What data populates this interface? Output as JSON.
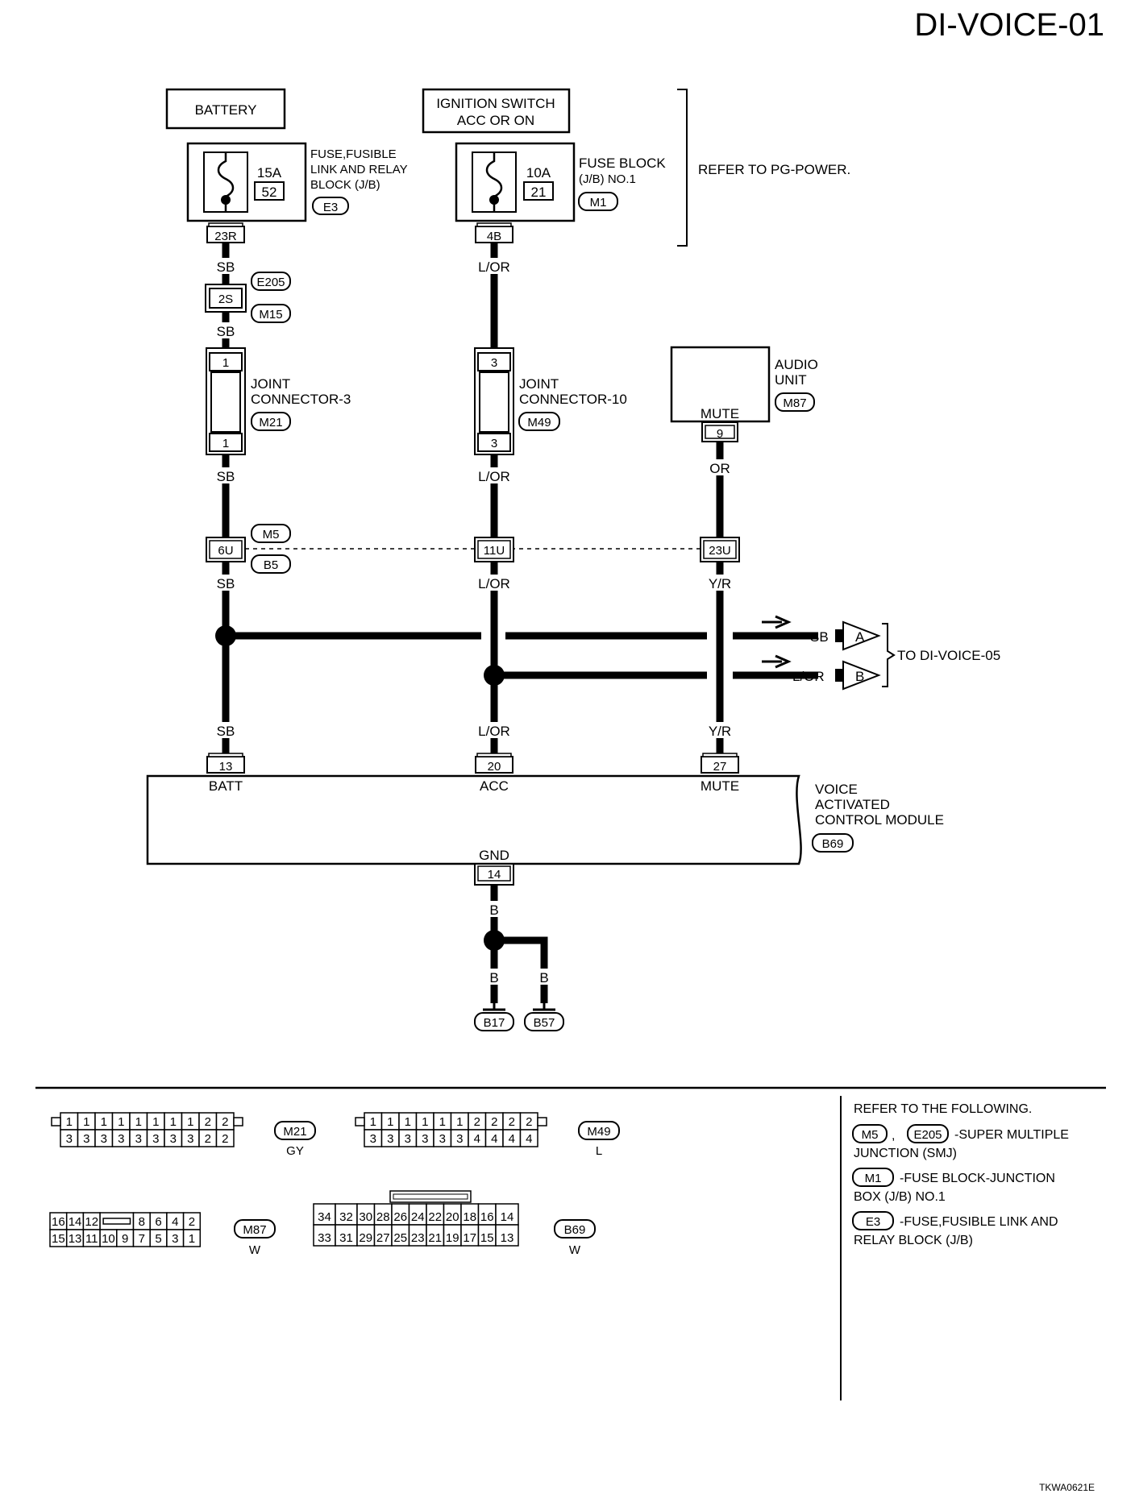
{
  "page_id": "DI-VOICE-01",
  "figure_code": "TKWA0621E",
  "power": {
    "battery": "BATTERY",
    "ignition_line1": "IGNITION SWITCH",
    "ignition_line2": "ACC OR ON",
    "refer_pg_power": "REFER TO PG-POWER."
  },
  "fuse_left": {
    "amp": "15A",
    "num": "52",
    "l1": "FUSE,FUSIBLE",
    "l2": "LINK AND RELAY",
    "l3": "BLOCK (J/B)",
    "conn": "E3",
    "pin": "23R"
  },
  "fuse_mid": {
    "amp": "10A",
    "num": "21",
    "l1": "FUSE BLOCK",
    "l2": "(J/B) NO.1",
    "conn": "M1",
    "pin": "4B"
  },
  "wires": {
    "sb": "SB",
    "lor": "L/OR",
    "or": "OR",
    "yr": "Y/R",
    "b": "B"
  },
  "smj": {
    "pin": "2S",
    "conn_top": "E205",
    "conn_bot": "M15"
  },
  "joint3": {
    "l1": "JOINT",
    "l2": "CONNECTOR-3",
    "conn": "M21",
    "pin_top": "1",
    "pin_bot": "1"
  },
  "joint10": {
    "l1": "JOINT",
    "l2": "CONNECTOR-10",
    "conn": "M49",
    "pin_top": "3",
    "pin_bot": "3"
  },
  "audio": {
    "l1": "AUDIO",
    "l2": "UNIT",
    "conn": "M87",
    "mute": "MUTE",
    "pin": "9"
  },
  "junction": {
    "conn_top": "M5",
    "conn_bot": "B5",
    "pin_a": "6U",
    "pin_b": "11U",
    "pin_c": "23U"
  },
  "to_voice05": {
    "label": "TO DI-VOICE-05",
    "a": "A",
    "b": "B",
    "wire_a": "SB",
    "wire_b": "L/OR"
  },
  "module": {
    "l1": "VOICE",
    "l2": "ACTIVATED",
    "l3": "CONTROL MODULE",
    "conn": "B69",
    "pin_batt": "13",
    "lbl_batt": "BATT",
    "pin_acc": "20",
    "lbl_acc": "ACC",
    "pin_mute": "27",
    "lbl_mute": "MUTE",
    "pin_gnd": "14",
    "lbl_gnd": "GND"
  },
  "grounds": {
    "g1": "B17",
    "g2": "B57"
  },
  "connectors": {
    "m21": {
      "id": "M21",
      "color": "GY",
      "top": [
        "1",
        "1",
        "1",
        "1",
        "1",
        "1",
        "1",
        "1",
        "2",
        "2"
      ],
      "bottom": [
        "3",
        "3",
        "3",
        "3",
        "3",
        "3",
        "3",
        "3",
        "2",
        "2"
      ]
    },
    "m49": {
      "id": "M49",
      "color": "L",
      "top": [
        "1",
        "1",
        "1",
        "1",
        "1",
        "1",
        "2",
        "2",
        "2",
        "2"
      ],
      "bottom": [
        "3",
        "3",
        "3",
        "3",
        "3",
        "3",
        "4",
        "4",
        "4",
        "4"
      ]
    },
    "m87": {
      "id": "M87",
      "color": "W",
      "top": [
        "16",
        "14",
        "12",
        "8",
        "6",
        "4",
        "2"
      ],
      "bottom": [
        "15",
        "13",
        "11",
        "10",
        "9",
        "7",
        "5",
        "3",
        "1"
      ]
    },
    "b69": {
      "id": "B69",
      "color": "W",
      "top": [
        "34",
        "32",
        "30",
        "28",
        "26",
        "24",
        "22",
        "20",
        "18",
        "16",
        "14"
      ],
      "bottom": [
        "33",
        "31",
        "29",
        "27",
        "25",
        "23",
        "21",
        "19",
        "17",
        "15",
        "13"
      ]
    }
  },
  "legend": {
    "title": "REFER TO THE FOLLOWING.",
    "r1_conn_a": "M5",
    "r1_sep": ",",
    "r1_conn_b": "E205",
    "r1_l1": "-SUPER MULTIPLE",
    "r1_l2": "JUNCTION (SMJ)",
    "r2_conn": "M1",
    "r2_l1": "-FUSE BLOCK-JUNCTION",
    "r2_l2": "BOX (J/B) NO.1",
    "r3_conn": "E3",
    "r3_l1": "-FUSE,FUSIBLE LINK AND",
    "r3_l2": "RELAY BLOCK (J/B)"
  }
}
